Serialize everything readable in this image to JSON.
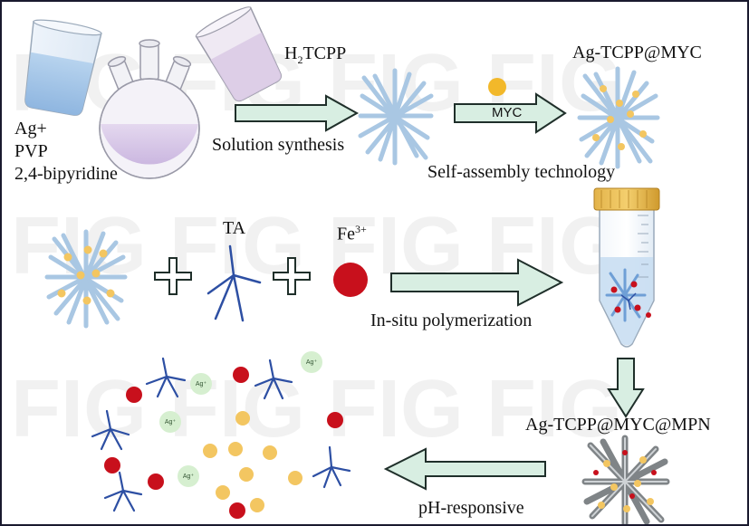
{
  "labels": {
    "ag_plus": "Ag+",
    "pvp": "PVP",
    "bipyridine": "2,4-bipyridine",
    "h2tcpp": {
      "prefix": "H",
      "sub": "2",
      "suffix": "TCPP"
    },
    "solution_synthesis": "Solution synthesis",
    "myc": "MYC",
    "self_assembly": "Self-assembly technology",
    "ag_tcpp_myc": "Ag-TCPP@MYC",
    "ta": "TA",
    "fe3": {
      "base": "Fe",
      "sup": "3+"
    },
    "in_situ": "In-situ polymerization",
    "ag_tcpp_myc_mpn": "Ag-TCPP@MYC@MPN",
    "ph_responsive": "pH-responsive",
    "ag_bubble": "Ag⁺"
  },
  "colors": {
    "arrow_fill": "#d8eee2",
    "arrow_stroke": "#1f2f2a",
    "rod": "#a9c7e3",
    "rod_dark": "#7f8487",
    "myc_dot": "#f3c661",
    "myc_big": "#f2b82a",
    "fe_red": "#c8101c",
    "ta_blue": "#2d4fa3",
    "ag_green": "#d6efd0"
  }
}
